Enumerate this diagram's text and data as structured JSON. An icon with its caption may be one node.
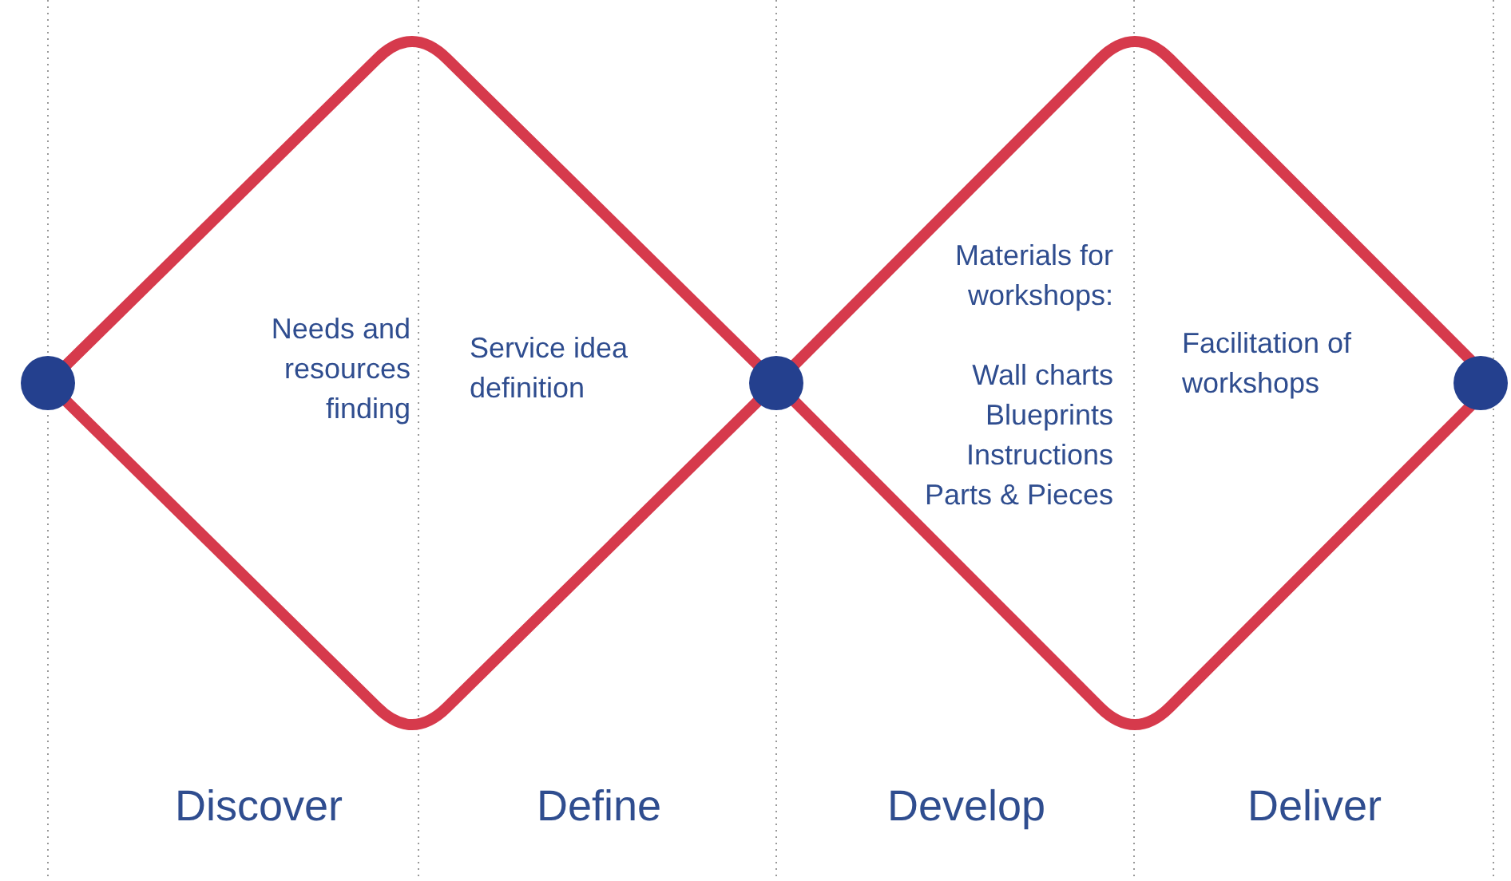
{
  "diagram": {
    "nodes": [
      {
        "text": [
          "Needs and resources finding",
          "Service idea definition"
        ]
      },
      {
        "text": [
          "Materials for workshops:",
          "Wall charts",
          "Blueprints",
          "Instructions",
          "Parts & Pieces",
          "Facilitation of workshops"
        ]
      },
      {
        "text": [],
        "shape": "circle"
      },
      {
        "text": [],
        "shape": "circle"
      },
      {
        "text": [],
        "shape": "circle"
      }
    ],
    "edges": [],
    "labels": [
      "Discover",
      "Define",
      "Develop",
      "Deliver"
    ]
  }
}
